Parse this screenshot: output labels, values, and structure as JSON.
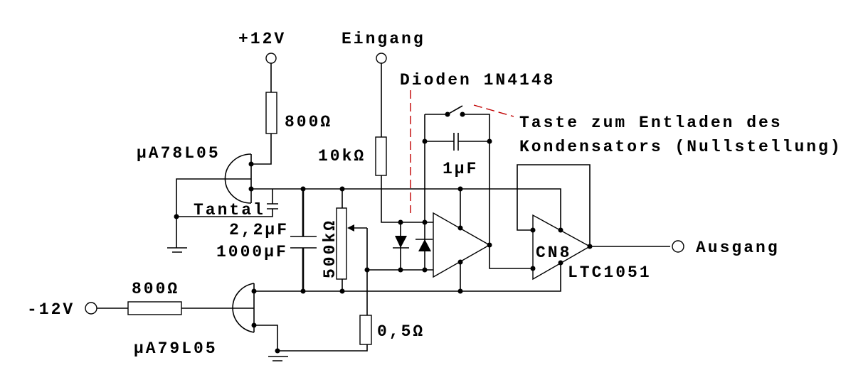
{
  "labels": {
    "pos_supply": "+12V",
    "neg_supply": "-12V",
    "input": "Eingang",
    "output": "Ausgang",
    "diodes": "Dioden 1N4148",
    "button_line1": "Taste zum Entladen des",
    "button_line2": "Kondensators (Nullstellung)",
    "r_top": "800Ω",
    "r_bottom": "800Ω",
    "r_input": "10kΩ",
    "r_shunt": "0,5Ω",
    "pot": "500kΩ",
    "c_feedback": "1µF",
    "c_tantal_type": "Tantal",
    "c_tantal_value": "2,2µF",
    "c_bulk": "1000µF",
    "reg_pos": "µA78L05",
    "reg_neg": "µA79L05",
    "opamp_name": "CN8",
    "opamp_type": "LTC1051"
  },
  "colors": {
    "wire": "#000000",
    "annotation_pointer": "#c00000"
  }
}
